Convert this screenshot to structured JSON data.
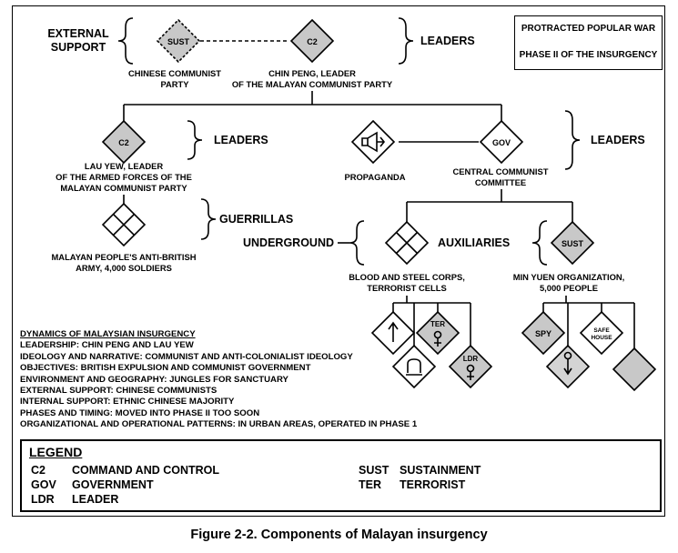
{
  "note_box": {
    "line1": "PROTRACTED POPULAR WAR",
    "line2": "PHASE II OF THE INSURGENCY"
  },
  "top": {
    "external_support_l1": "EXTERNAL",
    "external_support_l2": "SUPPORT",
    "leaders_label": "LEADERS",
    "sust_node": "SUST",
    "c2_node": "C2",
    "sust_caption_l1": "CHINESE COMMUNIST",
    "sust_caption_l2": "PARTY",
    "c2_caption_l1": "CHIN PENG, LEADER",
    "c2_caption_l2": "OF THE MALAYAN COMMUNIST PARTY"
  },
  "left_branch": {
    "c2_node": "C2",
    "leaders_label": "LEADERS",
    "caption_l1": "LAU YEW, LEADER",
    "caption_l2": "OF THE ARMED FORCES OF THE",
    "caption_l3": "MALAYAN COMMUNIST PARTY",
    "guerrillas_label": "GUERRILLAS",
    "army_caption_l1": "MALAYAN PEOPLE'S ANTI-BRITISH",
    "army_caption_l2": "ARMY, 4,000 SOLDIERS"
  },
  "right_branch": {
    "propaganda_label": "PROPAGANDA",
    "gov_node": "GOV",
    "leaders_label": "LEADERS",
    "committee_l1": "CENTRAL COMMUNIST",
    "committee_l2": "COMMITTEE",
    "underground_label": "UNDERGROUND",
    "auxiliaries_label": "AUXILIARIES",
    "sust_node": "SUST",
    "blood_caption_l1": "BLOOD AND STEEL CORPS,",
    "blood_caption_l2": "TERRORIST CELLS",
    "minyuen_caption_l1": "MIN YUEN ORGANIZATION,",
    "minyuen_caption_l2": "5,000 PEOPLE",
    "ter_node": "TER",
    "ldr_node": "LDR",
    "spy_node": "SPY",
    "safe_house_l1": "SAFE",
    "safe_house_l2": "HOUSE"
  },
  "dynamics": {
    "title": "DYNAMICS OF MALAYSIAN INSURGENCY",
    "lines": [
      "LEADERSHIP: CHIN PENG AND LAU YEW",
      "IDEOLOGY AND NARRATIVE: COMMUNIST AND ANTI-COLONIALIST IDEOLOGY",
      "OBJECTIVES: BRITISH EXPULSION AND COMMUNIST GOVERNMENT",
      "ENVIRONMENT AND GEOGRAPHY: JUNGLES FOR SANCTUARY",
      "EXTERNAL SUPPORT: CHINESE COMMUNISTS",
      "INTERNAL SUPPORT: ETHNIC CHINESE MAJORITY",
      "PHASES AND TIMING: MOVED INTO PHASE II TOO SOON",
      "ORGANIZATIONAL AND OPERATIONAL PATTERNS: IN URBAN AREAS, OPERATED IN PHASE 1"
    ]
  },
  "legend": {
    "title": "LEGEND",
    "items": [
      {
        "abbr": "C2",
        "def": "COMMAND AND CONTROL"
      },
      {
        "abbr": "GOV",
        "def": "GOVERNMENT"
      },
      {
        "abbr": "LDR",
        "def": "LEADER"
      },
      {
        "abbr": "SUST",
        "def": "SUSTAINMENT"
      },
      {
        "abbr": "TER",
        "def": "TERRORIST"
      }
    ]
  },
  "caption": "Figure 2-2. Components of Malayan insurgency",
  "colors": {
    "node_fill": "#c8c8c8",
    "node_stroke": "#000000",
    "white_fill": "#ffffff"
  }
}
